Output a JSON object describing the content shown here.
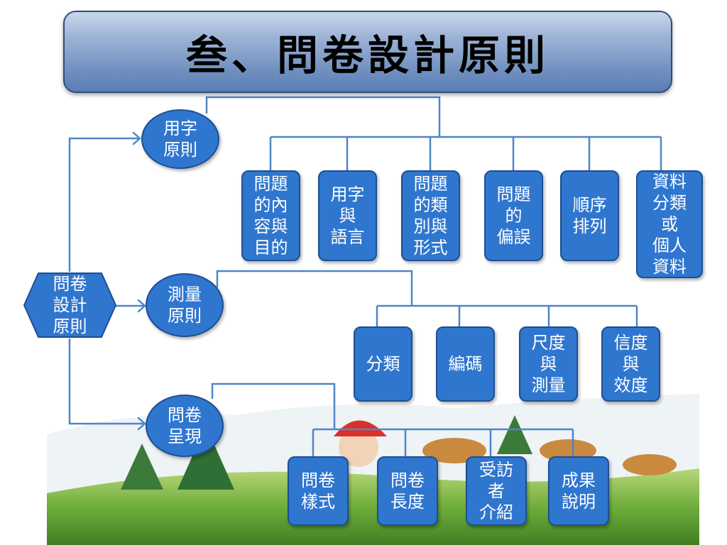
{
  "title": "叁、問卷設計原則",
  "root": {
    "label": "問卷\n設計\n原則"
  },
  "branches": [
    {
      "label": "用字\n原則",
      "children": [
        "問題\n的內\n容與\n目的",
        "用字\n與\n語言",
        "問題\n的類\n別與\n形式",
        "問題\n的\n偏誤",
        "順序\n排列",
        "資料\n分類\n或\n個人\n資料"
      ]
    },
    {
      "label": "測量\n原則",
      "children": [
        "分類",
        "編碼",
        "尺度\n與\n測量",
        "信度\n與\n效度"
      ]
    },
    {
      "label": "問卷\n呈現",
      "children": [
        "問卷\n樣式",
        "問卷\n長度",
        "受訪\n者\n介紹",
        "成果\n說明"
      ]
    }
  ],
  "colors": {
    "node_fill": "#2f76cf",
    "node_border": "#1d4f93",
    "connector": "#4f86c6"
  }
}
